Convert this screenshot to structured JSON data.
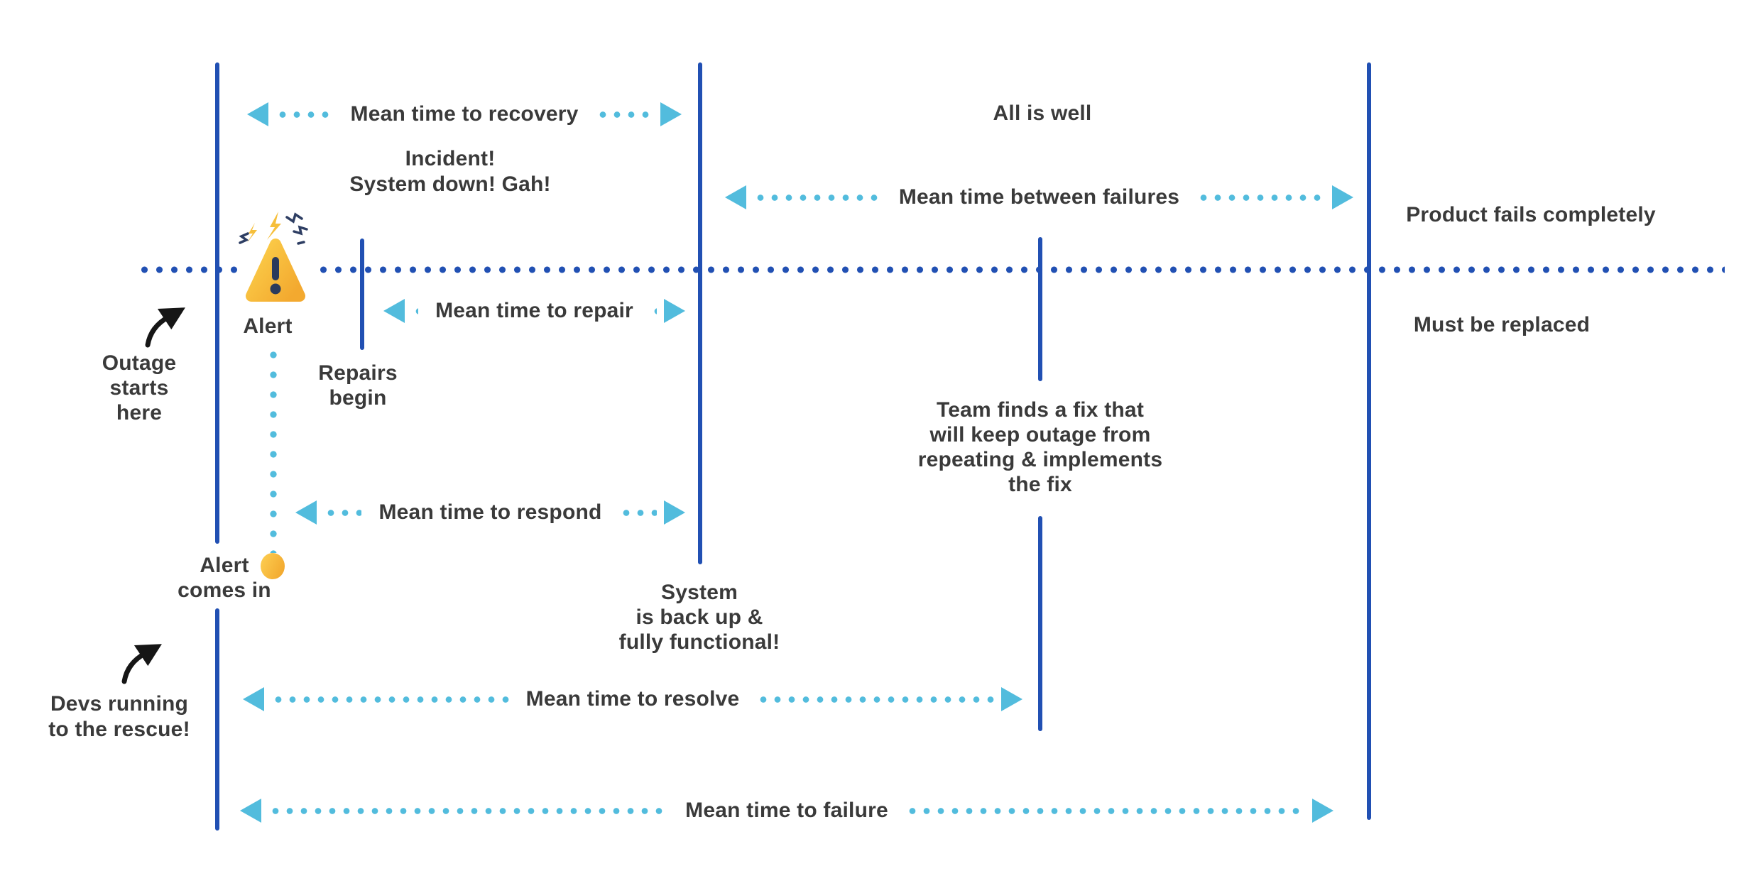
{
  "diagram_title": "Incident metrics timeline (MTTR / MTBF diagram)",
  "colors": {
    "timeline_navy": "#2150b3",
    "metric_cyan": "#52bcdd",
    "text_gray": "#3a3a3a",
    "alert_gold": "#f5b335",
    "annotation_black": "#161616"
  },
  "metrics": {
    "recovery": "Mean time to recovery",
    "between_failures": "Mean time between failures",
    "repair": "Mean time to repair",
    "respond": "Mean time to respond",
    "resolve": "Mean time to resolve",
    "failure": "Mean time to failure"
  },
  "notes": {
    "incident": [
      "Incident!",
      "System down! Gah!"
    ],
    "all_is_well": "All is well",
    "product_fails": "Product fails completely",
    "must_be_replaced": "Must be replaced",
    "outage_starts": [
      "Outage",
      "starts",
      "here"
    ],
    "alert": "Alert",
    "repairs_begin": [
      "Repairs",
      "begin"
    ],
    "alert_comes_in": [
      "Alert",
      "comes in"
    ],
    "system_back": [
      "System",
      "is back up &",
      "fully functional!"
    ],
    "team_fix": [
      "Team finds a fix that",
      "will keep outage from",
      "repeating & implements",
      "the fix"
    ],
    "devs_rescue": [
      "Devs running",
      "to the rescue!"
    ]
  },
  "icons": {
    "warning_triangle": "warning-triangle-icon",
    "alert_received_dot": "alert-received-dot-icon",
    "curved_arrow": "curved-arrow-icon",
    "arrowhead_left": "arrowhead-left-icon",
    "arrowhead_right": "arrowhead-right-icon"
  }
}
